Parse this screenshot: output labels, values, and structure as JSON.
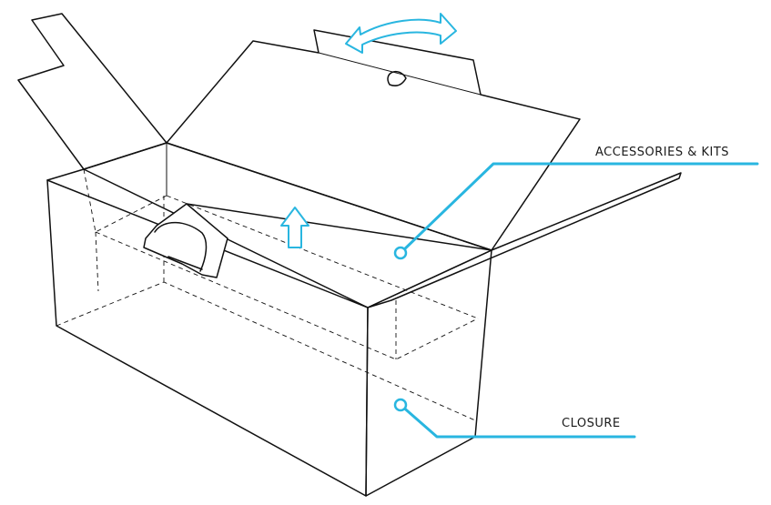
{
  "callouts": [
    {
      "id": "accessories",
      "text": "ACCESSORIES & KITS"
    },
    {
      "id": "closure",
      "text": "CLOSURE"
    }
  ],
  "colors": {
    "outline": "#111111",
    "accent": "#29b6e0"
  },
  "icons": {
    "rotate_arrow": "double-headed-curved-arrow-icon",
    "lift_arrow": "up-arrow-icon"
  }
}
